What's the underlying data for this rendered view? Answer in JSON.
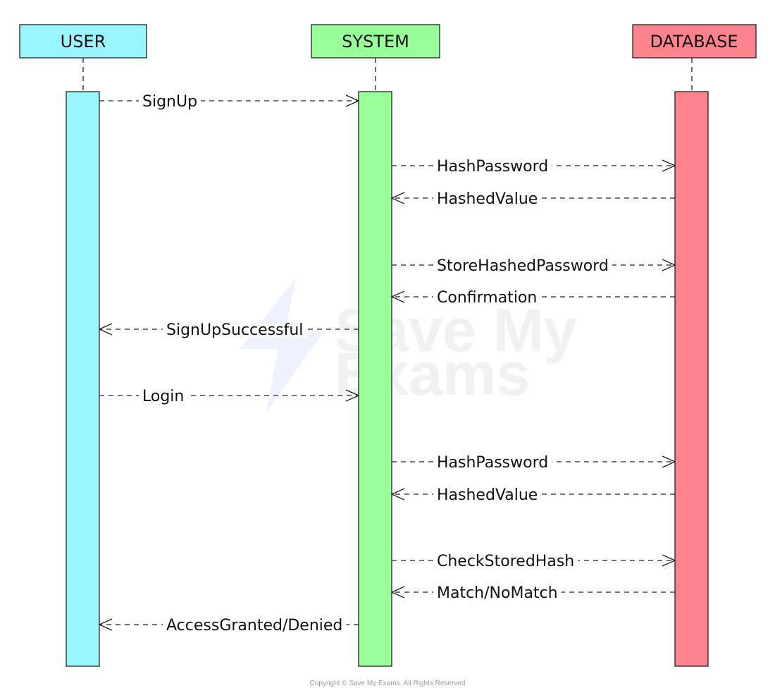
{
  "participants": [
    {
      "id": "user",
      "label": "USER",
      "color": "#99f6ff"
    },
    {
      "id": "system",
      "label": "SYSTEM",
      "color": "#99ff99"
    },
    {
      "id": "database",
      "label": "DATABASE",
      "color": "#ff838c"
    }
  ],
  "messages": [
    {
      "label": "SignUp",
      "from": "user",
      "to": "system"
    },
    {
      "label": "HashPassword",
      "from": "system",
      "to": "database"
    },
    {
      "label": "HashedValue",
      "from": "database",
      "to": "system"
    },
    {
      "label": "StoreHashedPassword",
      "from": "system",
      "to": "database"
    },
    {
      "label": "Confirmation",
      "from": "database",
      "to": "system"
    },
    {
      "label": "SignUpSuccessful",
      "from": "system",
      "to": "user"
    },
    {
      "label": "Login",
      "from": "user",
      "to": "system"
    },
    {
      "label": "HashPassword",
      "from": "system",
      "to": "database"
    },
    {
      "label": "HashedValue",
      "from": "database",
      "to": "system"
    },
    {
      "label": "CheckStoredHash",
      "from": "system",
      "to": "database"
    },
    {
      "label": "Match/NoMatch",
      "from": "database",
      "to": "system"
    },
    {
      "label": "AccessGranted/Denied",
      "from": "system",
      "to": "user"
    }
  ],
  "watermark": {
    "line1": "Save My",
    "line2": "Exams"
  },
  "copyright": "Copyright © Save My Exams. All Rights Reserved"
}
